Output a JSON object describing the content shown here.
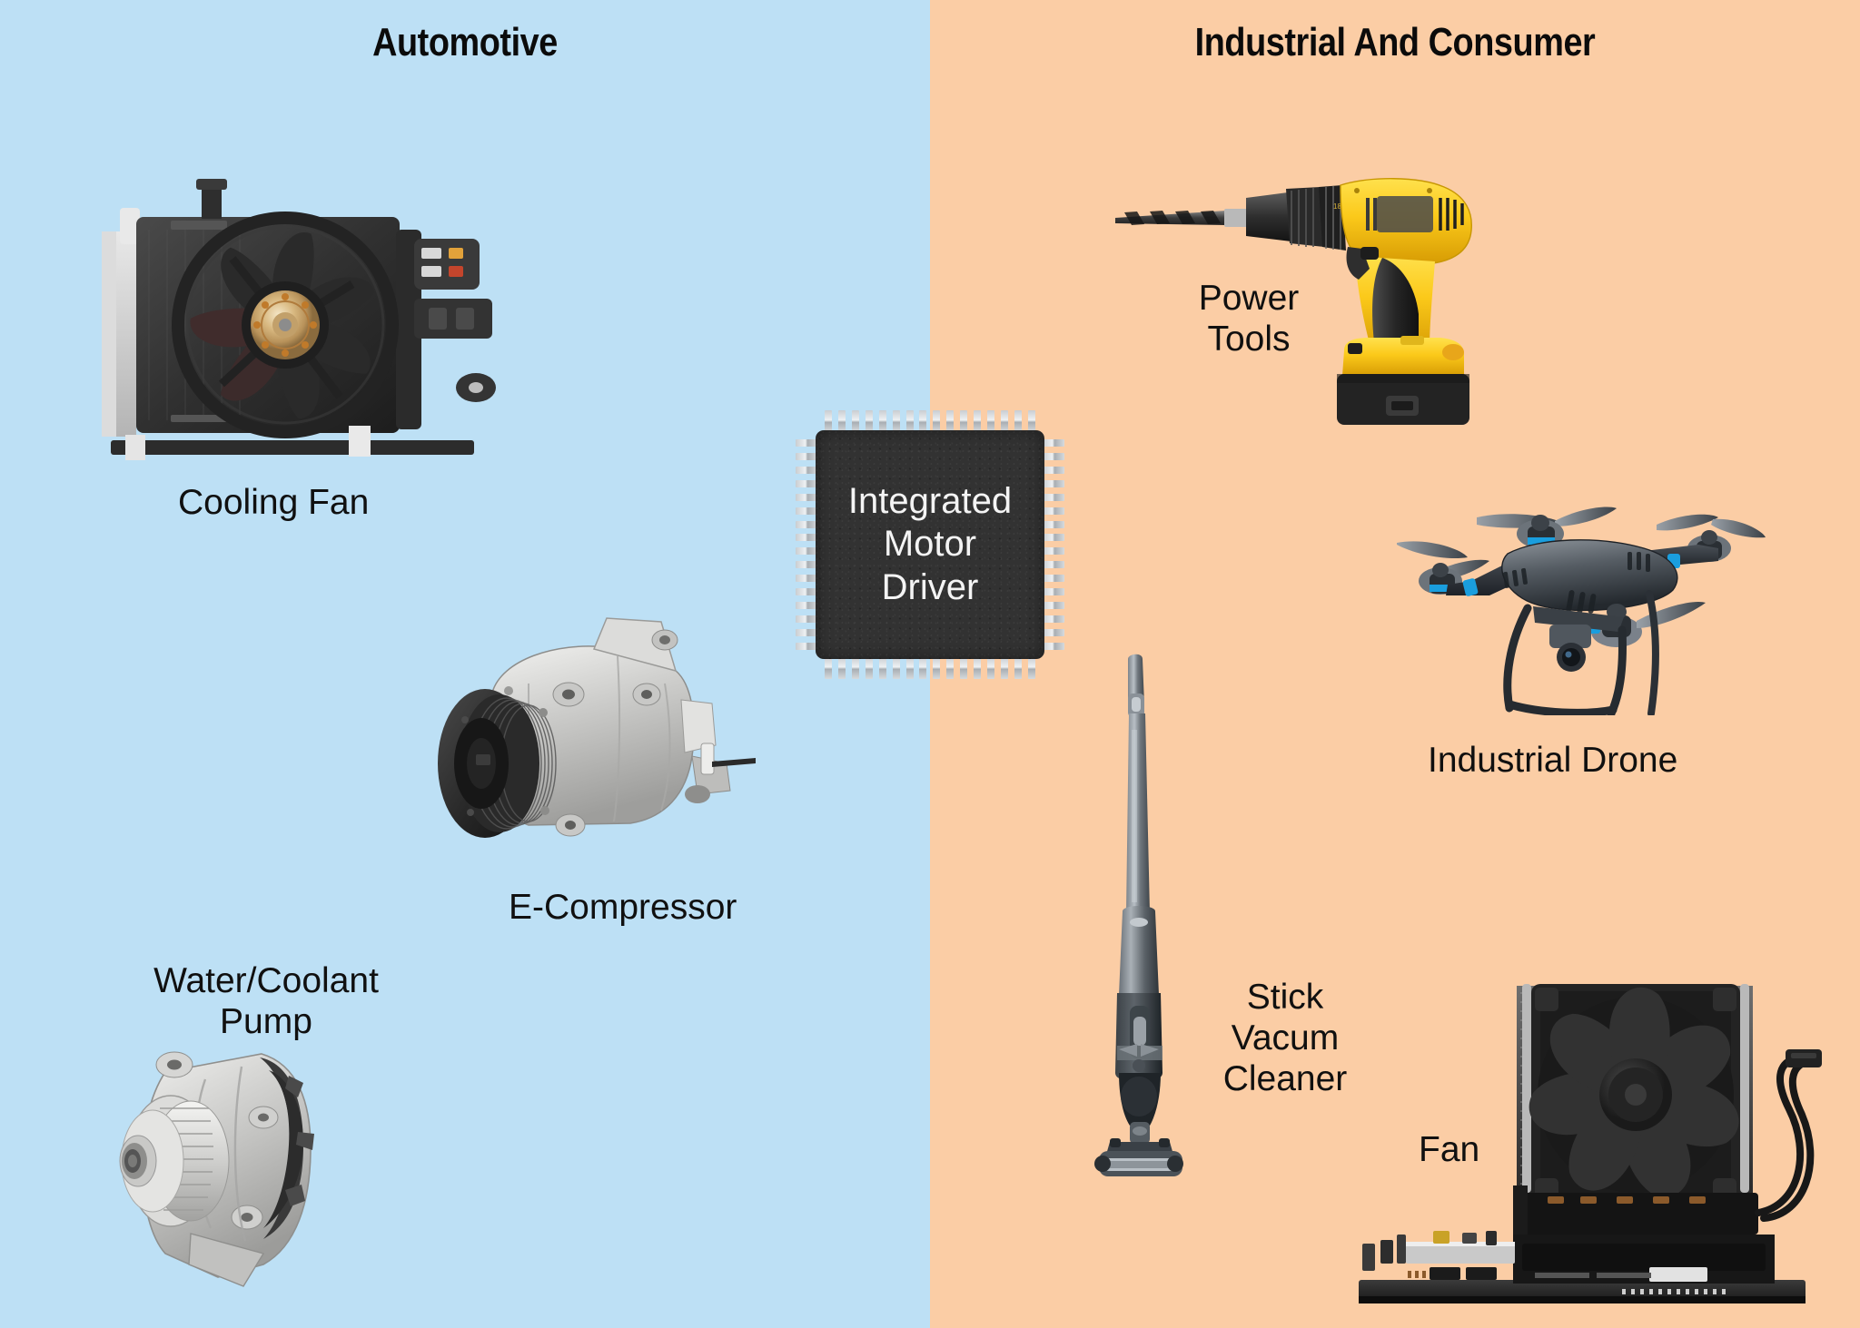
{
  "panels": {
    "left": {
      "title": "Automotive",
      "background_color": "#bde0f5",
      "items": [
        {
          "label": "Cooling Fan",
          "image": "radiator-cooling-fan-photo"
        },
        {
          "label": "E-Compressor",
          "image": "electric-ac-compressor-photo"
        },
        {
          "label": "Water/Coolant\nPump",
          "image": "water-coolant-pump-photo"
        }
      ]
    },
    "right": {
      "title": "Industrial And Consumer",
      "background_color": "#fbcda5",
      "items": [
        {
          "label": "Power\nTools",
          "image": "cordless-drill-photo"
        },
        {
          "label": "Industrial Drone",
          "image": "quadcopter-drone-photo"
        },
        {
          "label": "Stick\nVacum\nCleaner",
          "image": "stick-vacuum-cleaner-photo"
        },
        {
          "label": "Fan",
          "image": "cpu-cooler-fan-photo"
        }
      ]
    }
  },
  "center": {
    "chip_label": "Integrated\nMotor\nDriver",
    "chip_body_color": "#323232",
    "chip_text_color": "#f4f4f4",
    "pin_color": "#cfd3d7",
    "package": "quad-flat-package"
  },
  "colors": {
    "left_background": "#bde0f5",
    "right_background": "#fbcda5",
    "title_text": "#0b0b0b",
    "label_text": "#101010"
  }
}
